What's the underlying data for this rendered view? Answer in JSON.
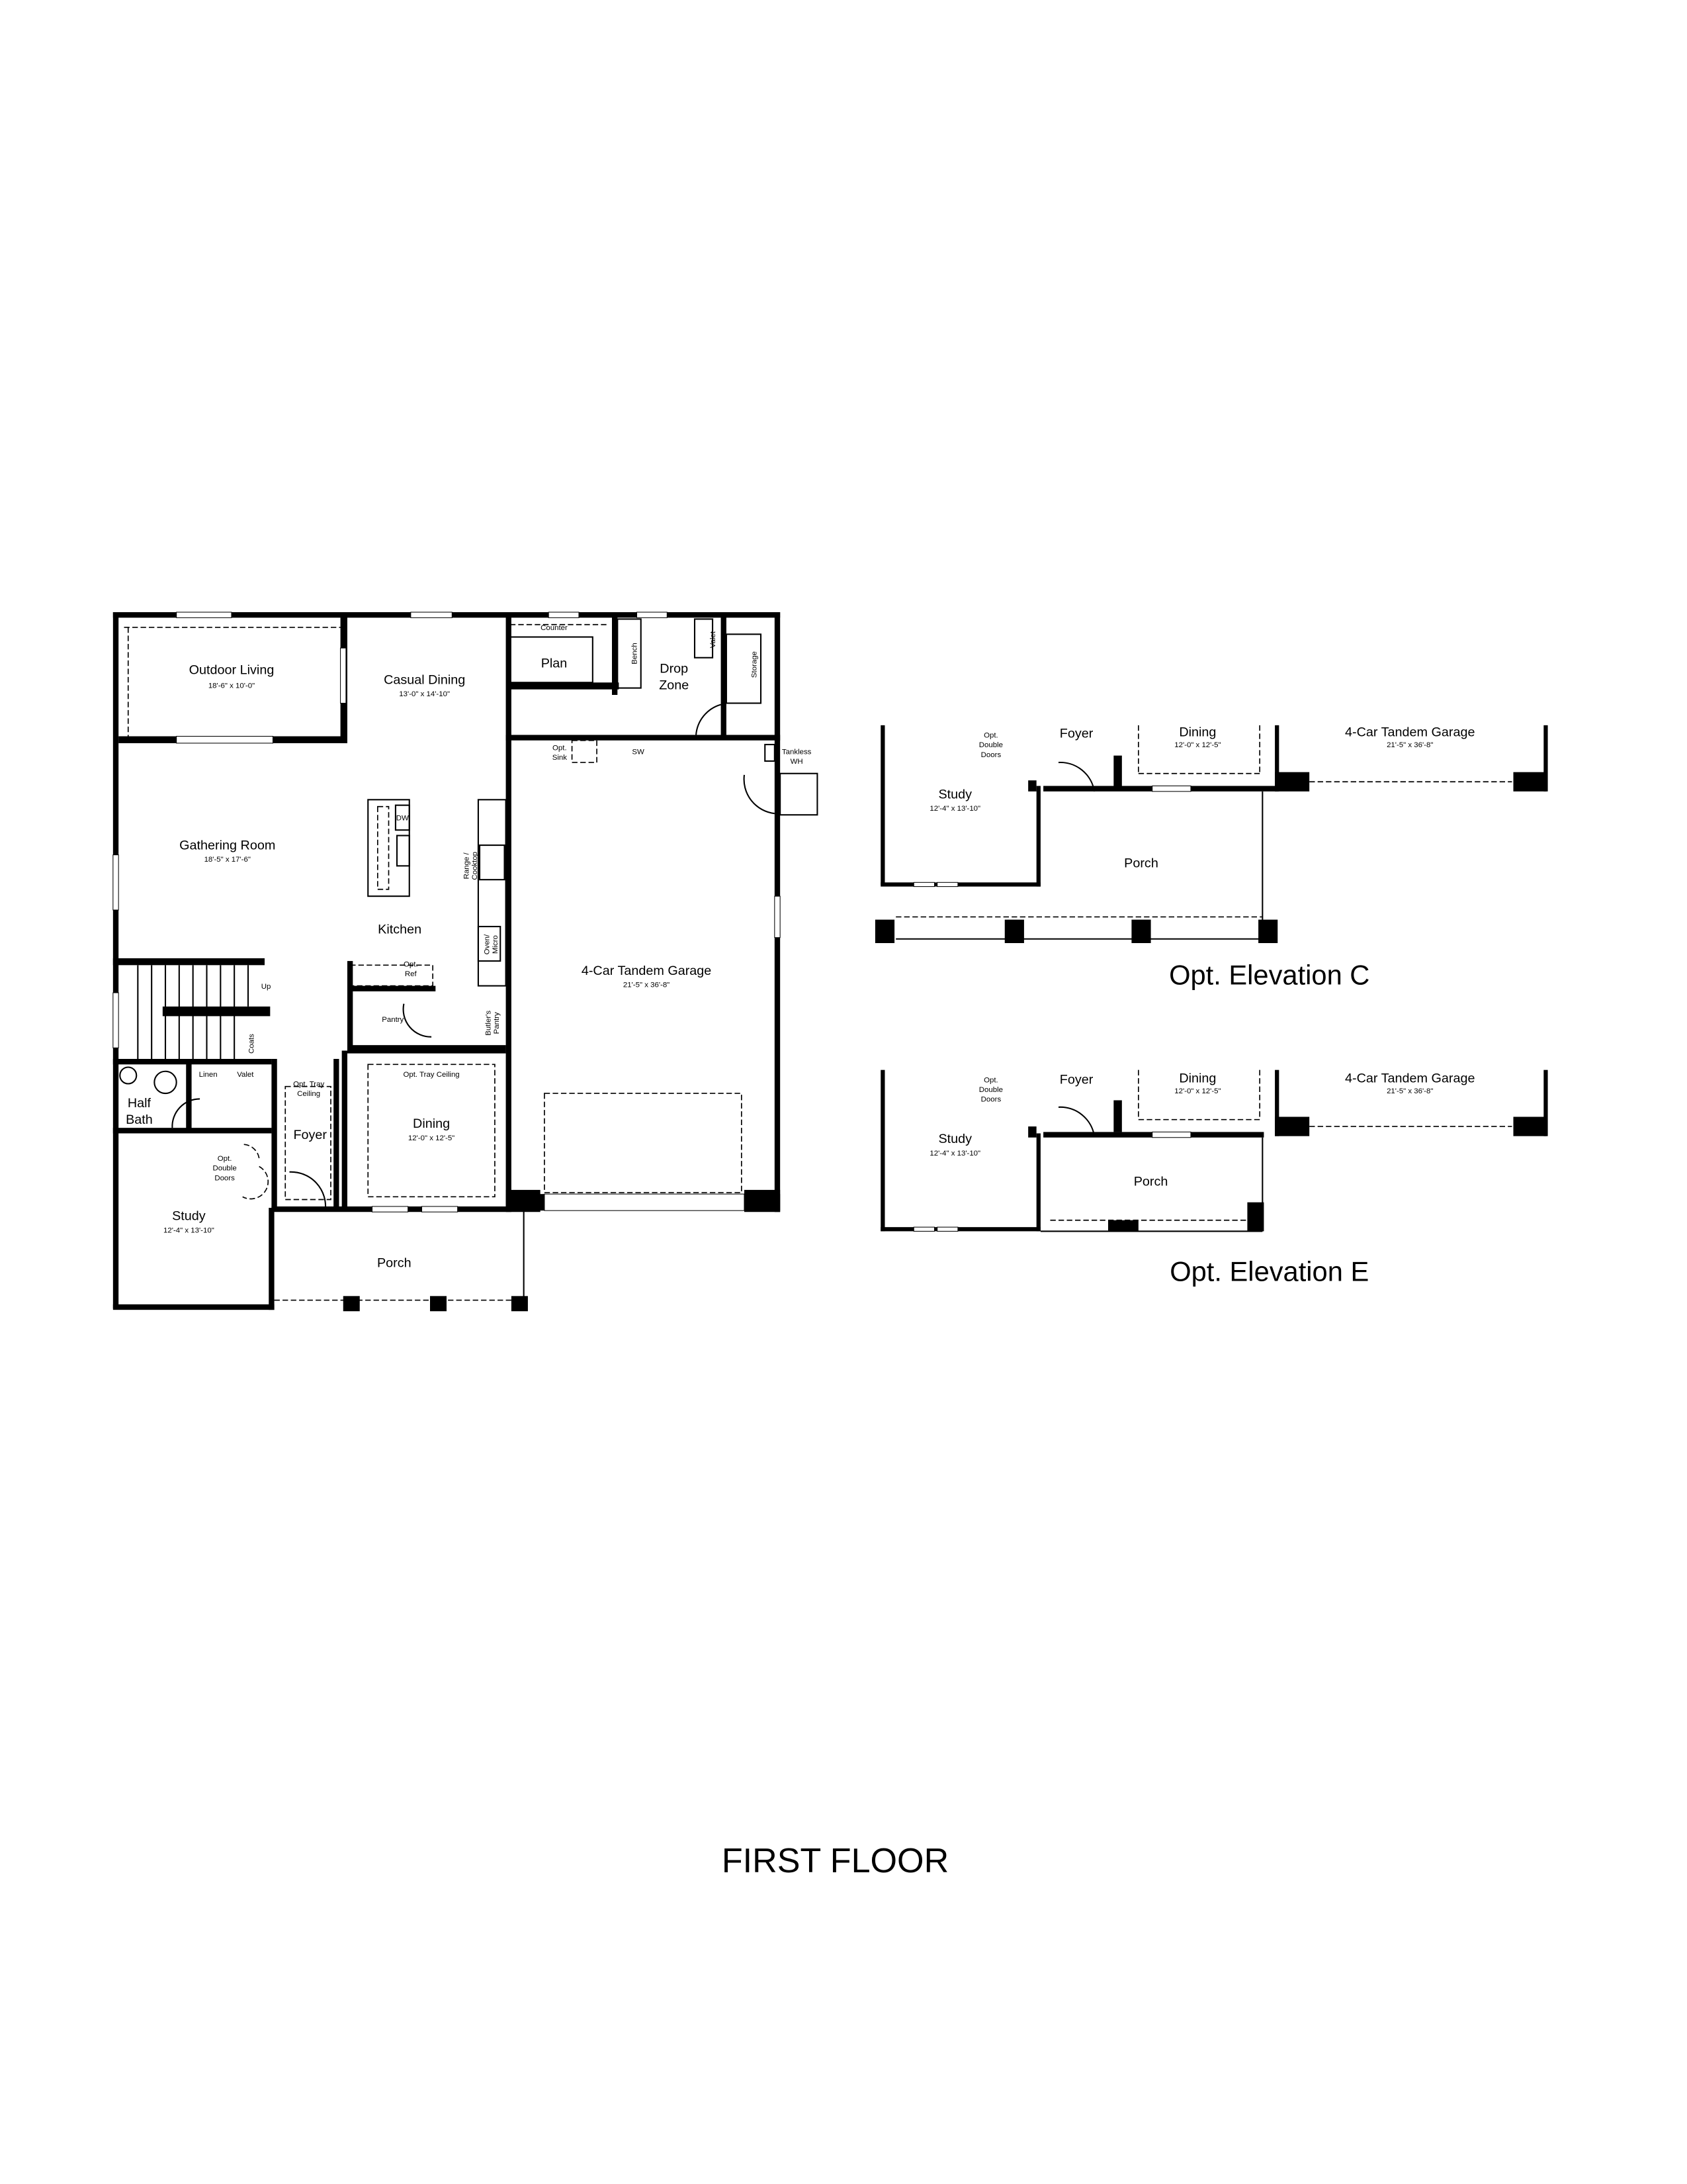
{
  "main_plan": {
    "rooms": {
      "outdoor_living": {
        "label": "Outdoor Living",
        "dims": "18'-6\" x 10'-0\""
      },
      "casual_dining": {
        "label": "Casual Dining",
        "dims": "13'-0\" x 14'-10\""
      },
      "plan": {
        "label": "Plan"
      },
      "counter": {
        "label": "Counter"
      },
      "bench": {
        "label": "Bench"
      },
      "drop_zone": {
        "label_1": "Drop",
        "label_2": "Zone"
      },
      "valet_drop": {
        "label": "Valet"
      },
      "storage": {
        "label": "Storage"
      },
      "opt_sink": {
        "label_1": "Opt.",
        "label_2": "Sink"
      },
      "sw": {
        "label": "SW"
      },
      "tankless_wh": {
        "label_1": "Tankless",
        "label_2": "WH"
      },
      "gathering_room": {
        "label": "Gathering Room",
        "dims": "18'-5\" x 17'-6\""
      },
      "dw": {
        "label": "DW"
      },
      "range_cooktop": {
        "label_1": "Range /",
        "label_2": "Cooktop"
      },
      "kitchen": {
        "label": "Kitchen"
      },
      "oven_micro": {
        "label_1": "Oven/",
        "label_2": "Micro"
      },
      "opt_ref": {
        "label_1": "Opt.",
        "label_2": "Ref"
      },
      "pantry": {
        "label": "Pantry"
      },
      "butlers_pantry": {
        "label_1": "Butler's",
        "label_2": "Pantry"
      },
      "garage": {
        "label": "4-Car Tandem Garage",
        "dims": "21'-5\" x 36'-8\""
      },
      "stairs": {
        "label": "Up"
      },
      "coats": {
        "label": "Coats"
      },
      "linen": {
        "label": "Linen"
      },
      "valet": {
        "label": "Valet"
      },
      "half_bath": {
        "label_1": "Half",
        "label_2": "Bath"
      },
      "foyer_tray": {
        "label_1": "Opt. Tray",
        "label_2": "Ceiling"
      },
      "foyer": {
        "label": "Foyer"
      },
      "dining_tray": {
        "label": "Opt. Tray Ceiling"
      },
      "dining": {
        "label": "Dining",
        "dims": "12'-0\" x 12'-5\""
      },
      "double_doors": {
        "label_1": "Opt.",
        "label_2": "Double",
        "label_3": "Doors"
      },
      "study": {
        "label": "Study",
        "dims": "12'-4\" x 13'-10\""
      },
      "porch": {
        "label": "Porch"
      }
    }
  },
  "elevations": [
    {
      "title": "Opt. Elevation C",
      "study": {
        "label": "Study",
        "dims": "12'-4\" x 13'-10\""
      },
      "double_doors": {
        "label_1": "Opt.",
        "label_2": "Double",
        "label_3": "Doors"
      },
      "foyer": "Foyer",
      "dining": {
        "label": "Dining",
        "dims": "12'-0\" x 12'-5\""
      },
      "garage": {
        "label": "4-Car Tandem Garage",
        "dims": "21'-5\" x 36'-8\""
      },
      "porch": "Porch"
    },
    {
      "title": "Opt. Elevation E",
      "study": {
        "label": "Study",
        "dims": "12'-4\" x 13'-10\""
      },
      "double_doors": {
        "label_1": "Opt.",
        "label_2": "Double",
        "label_3": "Doors"
      },
      "foyer": "Foyer",
      "dining": {
        "label": "Dining",
        "dims": "12'-0\" x 12'-5\""
      },
      "garage": {
        "label": "4-Car Tandem Garage",
        "dims": "21'-5\" x 36'-8\""
      },
      "porch": "Porch"
    }
  ],
  "page_title": "FIRST FLOOR"
}
